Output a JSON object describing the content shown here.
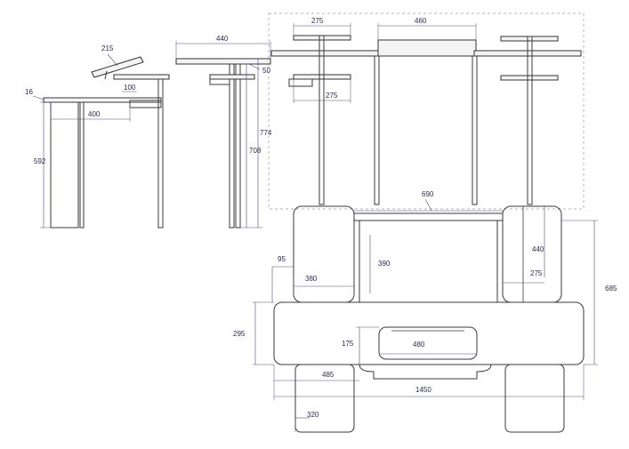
{
  "dimensions": {
    "d16": "16",
    "d215": "215",
    "d100": "100",
    "d400": "400",
    "d592": "592",
    "d440_top": "440",
    "d50": "50",
    "d708": "708",
    "d774": "774",
    "d275_top": "275",
    "d275_mid": "275",
    "d460": "460",
    "d690": "690",
    "d95": "95",
    "d380": "380",
    "d390": "390",
    "d440_plan": "440",
    "d275_plan": "275",
    "d685": "685",
    "d295": "295",
    "d175": "175",
    "d480": "480",
    "d485": "485",
    "d1450": "1450",
    "d320": "320"
  },
  "colors": {
    "line": "#3a3a3a",
    "dimension": "#4a4a86",
    "phantom": "#9a9a9a"
  }
}
